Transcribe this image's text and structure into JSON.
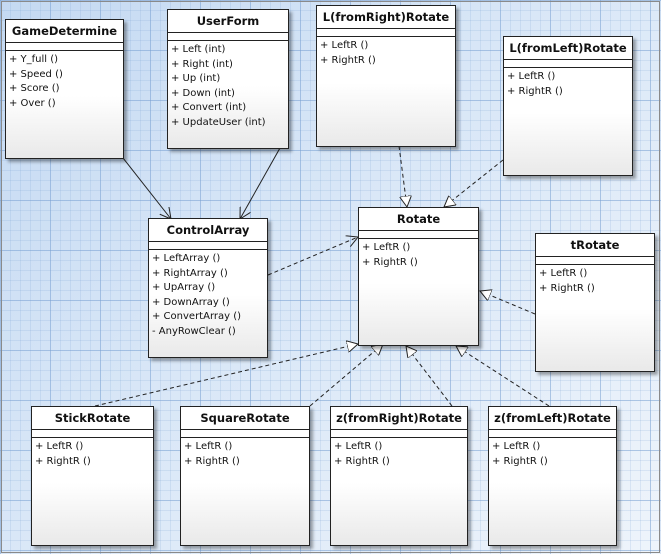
{
  "classes": {
    "game_determine": {
      "name": "GameDetermine",
      "ops": [
        "+ Y_full ()",
        "+ Speed ()",
        "+ Score ()",
        "+ Over ()"
      ]
    },
    "user_form": {
      "name": "UserForm",
      "ops": [
        "+ Left (int)",
        "+ Right (int)",
        "+ Up (int)",
        "+ Down (int)",
        "+ Convert (int)",
        "+ UpdateUser (int)"
      ]
    },
    "l_from_right_rotate": {
      "name": "L(fromRight)Rotate",
      "ops": [
        "+ LeftR ()",
        "+ RightR ()"
      ]
    },
    "l_from_left_rotate": {
      "name": "L(fromLeft)Rotate",
      "ops": [
        "+ LeftR ()",
        "+ RightR ()"
      ]
    },
    "control_array": {
      "name": "ControlArray",
      "ops": [
        "+ LeftArray ()",
        "+ RightArray ()",
        "+ UpArray ()",
        "+ DownArray ()",
        "+ ConvertArray ()",
        "- AnyRowClear ()"
      ]
    },
    "rotate": {
      "name": "Rotate",
      "ops": [
        "+ LeftR ()",
        "+ RightR ()"
      ]
    },
    "t_rotate": {
      "name": "tRotate",
      "ops": [
        "+ LeftR ()",
        "+ RightR ()"
      ]
    },
    "stick_rotate": {
      "name": "StickRotate",
      "ops": [
        "+ LeftR ()",
        "+ RightR ()"
      ]
    },
    "square_rotate": {
      "name": "SquareRotate",
      "ops": [
        "+ LeftR ()",
        "+ RightR ()"
      ]
    },
    "z_from_right_rotate": {
      "name": "z(fromRight)Rotate",
      "ops": [
        "+ LeftR ()",
        "+ RightR ()"
      ]
    },
    "z_from_left_rotate": {
      "name": "z(fromLeft)Rotate",
      "ops": [
        "+ LeftR ()",
        "+ RightR ()"
      ]
    }
  },
  "relations": [
    {
      "from": "game_determine",
      "to": "control_array",
      "kind": "association"
    },
    {
      "from": "user_form",
      "to": "control_array",
      "kind": "association"
    },
    {
      "from": "control_array",
      "to": "rotate",
      "kind": "dependency"
    },
    {
      "from": "l_from_right_rotate",
      "to": "rotate",
      "kind": "realization"
    },
    {
      "from": "l_from_left_rotate",
      "to": "rotate",
      "kind": "realization"
    },
    {
      "from": "t_rotate",
      "to": "rotate",
      "kind": "realization"
    },
    {
      "from": "stick_rotate",
      "to": "rotate",
      "kind": "realization"
    },
    {
      "from": "square_rotate",
      "to": "rotate",
      "kind": "realization"
    },
    {
      "from": "z_from_right_rotate",
      "to": "rotate",
      "kind": "realization"
    },
    {
      "from": "z_from_left_rotate",
      "to": "rotate",
      "kind": "realization"
    }
  ]
}
